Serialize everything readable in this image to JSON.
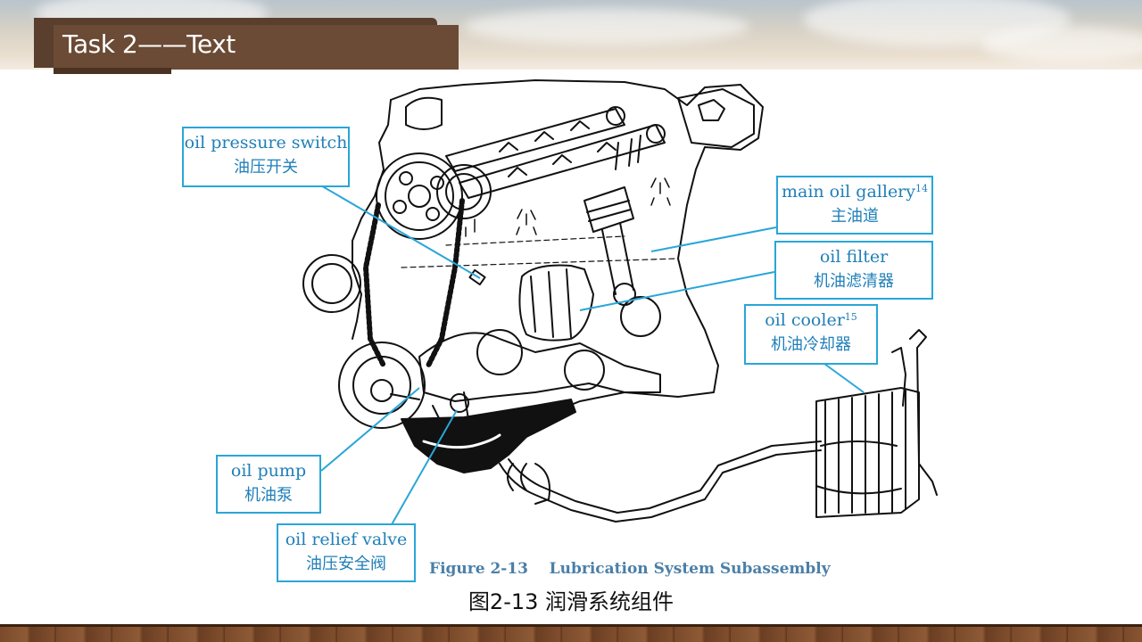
{
  "slide": {
    "title": "Task 2——Text"
  },
  "figure": {
    "caption_en": "Figure 2-13    Lubrication System Subassembly",
    "caption_zh": "图2-13  润滑系统组件",
    "callouts": [
      {
        "en": "oil pressure switch",
        "sup": "",
        "zh": "油压开关"
      },
      {
        "en": "main oil gallery",
        "sup": "14",
        "zh": "主油道"
      },
      {
        "en": "oil filter",
        "sup": "",
        "zh": "机油滤清器"
      },
      {
        "en": "oil cooler",
        "sup": "15",
        "zh": "机油冷却器"
      },
      {
        "en": "oil pump",
        "sup": "",
        "zh": "机油泵"
      },
      {
        "en": "oil relief valve",
        "sup": "",
        "zh": "油压安全阀"
      }
    ]
  },
  "colors": {
    "accent_blue": "#29a6d8",
    "title_brown": "#5a3f2e"
  }
}
